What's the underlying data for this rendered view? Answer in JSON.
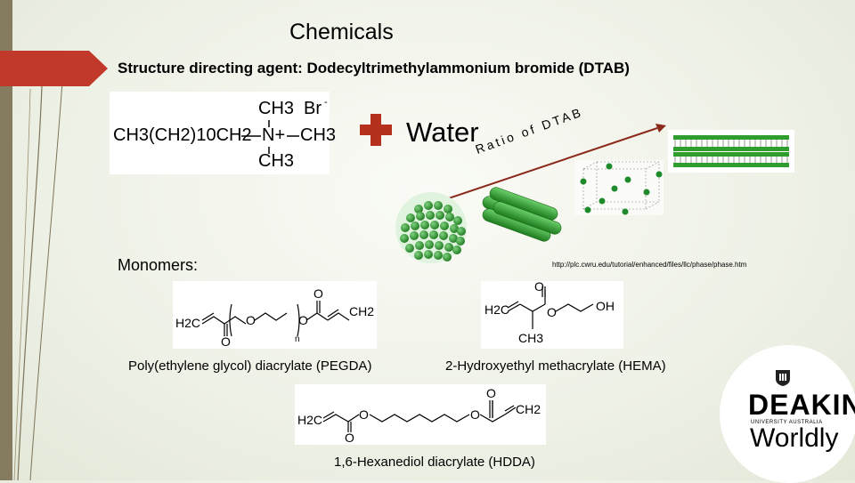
{
  "slide": {
    "title": "Chemicals",
    "subtitle": "Structure directing agent: Dodecyltrimethylammonium bromide (DTAB)",
    "water_label": "Water",
    "ratio_label": "Ratio of DTAB",
    "monomers_label": "Monomers:",
    "source_url": "http://plc.cwru.edu/tutorial/enhanced/files/llc/phase/phase.htm"
  },
  "dtab_formula": {
    "ch3_top": "CH3",
    "br": "Br",
    "charge_minus": "-",
    "chain": "CH3(CH2)10CH2",
    "n_plus": "N+",
    "ch3_right": "CH3",
    "ch3_bottom": "CH3"
  },
  "molecules": {
    "pegda": {
      "caption": "Poly(ethylene glycol) diacrylate (PEGDA)",
      "h2c": "H2C",
      "ch2": "CH2",
      "o1": "O",
      "o2": "O",
      "o3": "O",
      "o4": "O",
      "n": "n"
    },
    "hema": {
      "caption": "2-Hydroxyethyl methacrylate (HEMA)",
      "h2c": "H2C",
      "o1": "O",
      "o2": "O",
      "oh": "OH",
      "ch3": "CH3"
    },
    "hdda": {
      "caption": "1,6-Hexanediol diacrylate (HDDA)",
      "h2c": "H2C",
      "ch2": "CH2",
      "o1": "O",
      "o2": "O",
      "o3": "O",
      "o4": "O"
    }
  },
  "logo": {
    "name": "DEAKIN",
    "sub": "UNIVERSITY AUSTRALIA",
    "tagline": "Worldly"
  },
  "colors": {
    "accent_red": "#c0392b",
    "plus_red": "#b5311e",
    "sidebar": "#857b5e",
    "micelle_green": "#2f9e2f",
    "arrow": "#8b2a1a"
  }
}
